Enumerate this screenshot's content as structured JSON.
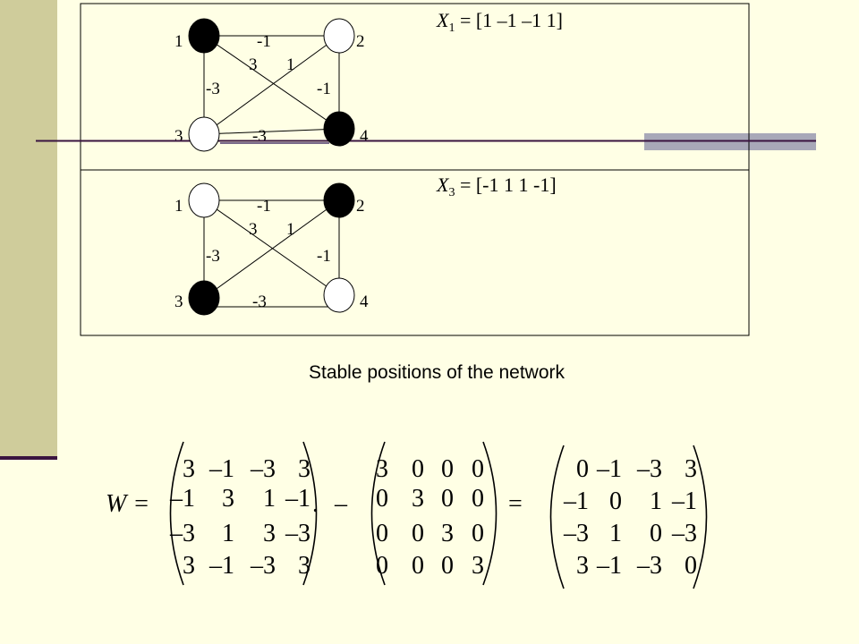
{
  "colors": {
    "background": "#FFFFE5",
    "side_bar": "#CFCC9B",
    "rule_line": "#3A1440",
    "accent_block": "#A8A8B8",
    "node_on": "#000000",
    "node_off": "#FFFFFF"
  },
  "caption": "Stable positions of the network",
  "panels": [
    {
      "title_var": "X",
      "title_sub": "1",
      "title_rest": " = [1 –1 –1 1]",
      "nodes": [
        {
          "label": "1",
          "state": 1
        },
        {
          "label": "2",
          "state": -1
        },
        {
          "label": "3",
          "state": -1
        },
        {
          "label": "4",
          "state": 1
        }
      ],
      "weights": {
        "w12": "-1",
        "w13": "-3",
        "w14": "3",
        "w23": "1",
        "w24": "-1",
        "w34": "-3"
      }
    },
    {
      "title_var": "X",
      "title_sub": "3",
      "title_rest": " = [-1 1 1 -1]",
      "nodes": [
        {
          "label": "1",
          "state": -1
        },
        {
          "label": "2",
          "state": 1
        },
        {
          "label": "3",
          "state": 1
        },
        {
          "label": "4",
          "state": -1
        }
      ],
      "weights": {
        "w12": "-1",
        "w13": "-3",
        "w14": "3",
        "w23": "1",
        "w24": "-1",
        "w34": "-3"
      }
    }
  ],
  "equation": {
    "lhs": "W =",
    "minus": "–",
    "equals": "=",
    "dot": ".",
    "matrix_a": [
      [
        "3",
        "–1",
        "–3",
        "3"
      ],
      [
        "–1",
        "3",
        "1",
        "–1"
      ],
      [
        "–3",
        "1",
        "3",
        "–3"
      ],
      [
        "3",
        "–1",
        "–3",
        "3"
      ]
    ],
    "matrix_b": [
      [
        "3",
        "0",
        "0",
        "0"
      ],
      [
        "0",
        "3",
        "0",
        "0"
      ],
      [
        "0",
        "0",
        "3",
        "0"
      ],
      [
        "0",
        "0",
        "0",
        "3"
      ]
    ],
    "matrix_c": [
      [
        "0",
        "–1",
        "–3",
        "3"
      ],
      [
        "–1",
        "0",
        "1",
        "–1"
      ],
      [
        "–3",
        "1",
        "0",
        "–3"
      ],
      [
        "3",
        "–1",
        "–3",
        "0"
      ]
    ]
  }
}
